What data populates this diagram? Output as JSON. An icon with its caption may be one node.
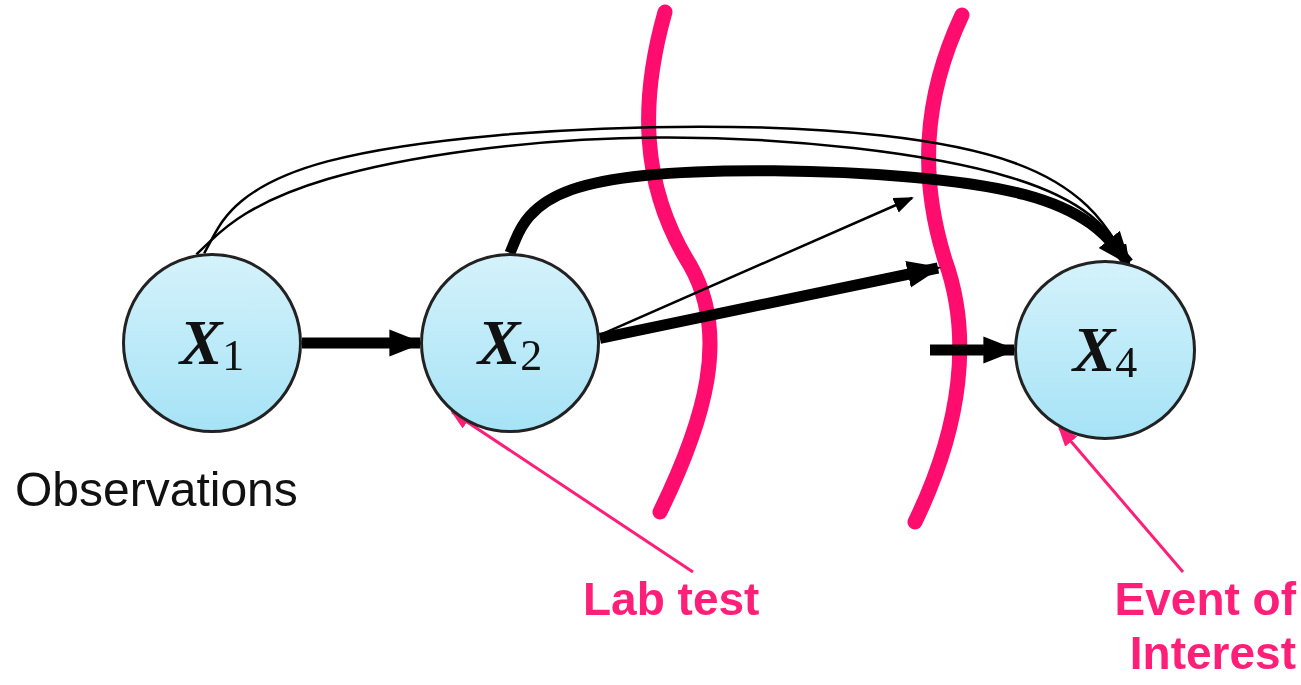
{
  "diagram": {
    "nodes": [
      {
        "text": [
          "**X**$_{1}$"
        ],
        "beside": [
          "Observations"
        ]
      },
      {
        "text": [
          "**X**$_{2}$"
        ]
      },
      {
        "text": [
          "**X**$_{4}$"
        ]
      },
      {
        "text": [
          "Lab test"
        ]
      },
      {
        "text": [
          "Event of Interest"
        ]
      }
    ],
    "edges": [
      {
        "from": 0,
        "to": 1,
        "arrow": "to",
        "style": "thick"
      },
      {
        "from": 0,
        "to": 2,
        "arrow": "to"
      },
      {
        "from": 0,
        "to": 2,
        "arrow": "to"
      },
      {
        "from": 1,
        "to": 2,
        "arrow": "to",
        "style": "thick"
      },
      {
        "from": 1,
        "to": null,
        "arrow": "to"
      },
      {
        "from": 1,
        "to": null,
        "arrow": "to",
        "style": "thick"
      },
      {
        "from": null,
        "to": 2,
        "arrow": "to",
        "style": "thick"
      },
      {
        "from": 3,
        "to": 1,
        "arrow": "to",
        "color": "#ff1f78"
      },
      {
        "from": 4,
        "to": 2,
        "arrow": "to",
        "color": "#ff1f78"
      }
    ]
  }
}
